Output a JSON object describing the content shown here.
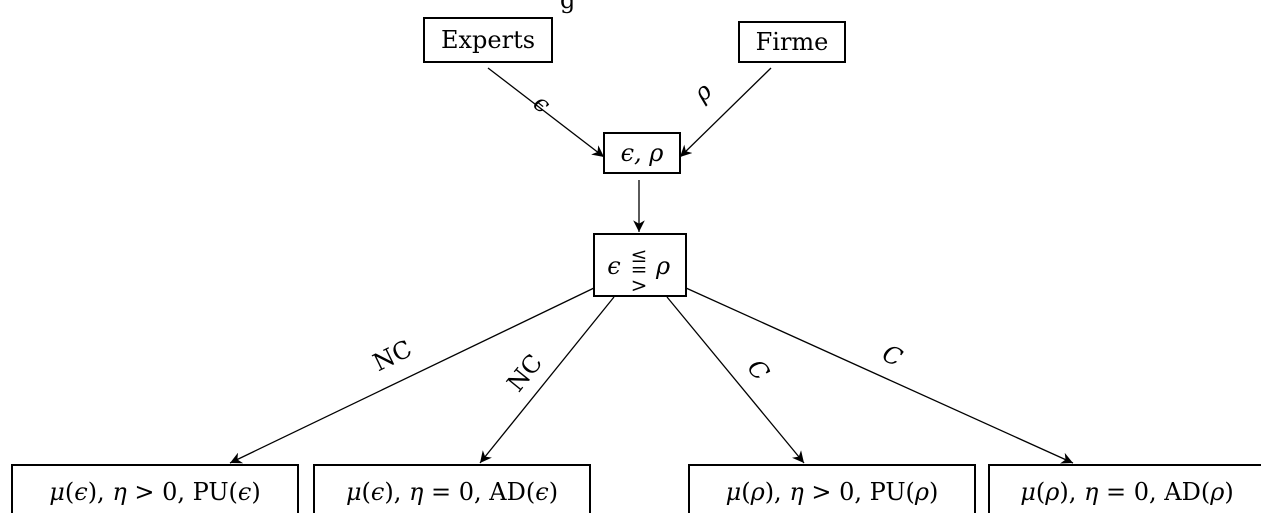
{
  "caption_fragment": "g",
  "nodes": {
    "experts": "Experts",
    "firme": "Firme",
    "merge": "ϵ, ρ",
    "compare": {
      "left": "ϵ",
      "operators": [
        "≤",
        "=",
        ">"
      ],
      "right": "ρ"
    },
    "leaf1": {
      "parts": [
        {
          "t": "μ",
          "i": true
        },
        {
          "t": "(",
          "i": false
        },
        {
          "t": "ϵ",
          "i": true
        },
        {
          "t": "), ",
          "i": false
        },
        {
          "t": "η",
          "i": true
        },
        {
          "t": " > 0, PU(",
          "i": false
        },
        {
          "t": "ϵ",
          "i": true
        },
        {
          "t": ")",
          "i": false
        }
      ]
    },
    "leaf2": {
      "parts": [
        {
          "t": "μ",
          "i": true
        },
        {
          "t": "(",
          "i": false
        },
        {
          "t": "ϵ",
          "i": true
        },
        {
          "t": "), ",
          "i": false
        },
        {
          "t": "η",
          "i": true
        },
        {
          "t": " = 0, AD(",
          "i": false
        },
        {
          "t": "ϵ",
          "i": true
        },
        {
          "t": ")",
          "i": false
        }
      ]
    },
    "leaf3": {
      "parts": [
        {
          "t": "μ",
          "i": true
        },
        {
          "t": "(",
          "i": false
        },
        {
          "t": "ρ",
          "i": true
        },
        {
          "t": "), ",
          "i": false
        },
        {
          "t": "η",
          "i": true
        },
        {
          "t": " > 0, PU(",
          "i": false
        },
        {
          "t": "ρ",
          "i": true
        },
        {
          "t": ")",
          "i": false
        }
      ]
    },
    "leaf4": {
      "parts": [
        {
          "t": "μ",
          "i": true
        },
        {
          "t": "(",
          "i": false
        },
        {
          "t": "ρ",
          "i": true
        },
        {
          "t": "), ",
          "i": false
        },
        {
          "t": "η",
          "i": true
        },
        {
          "t": " = 0, AD(",
          "i": false
        },
        {
          "t": "ρ",
          "i": true
        },
        {
          "t": ")",
          "i": false
        }
      ]
    }
  },
  "edges": {
    "experts_to_merge": "ϵ",
    "firme_to_merge": "ρ",
    "compare_to_leaf1": "NC",
    "compare_to_leaf2": "NC",
    "compare_to_leaf3": "C",
    "compare_to_leaf4": "C"
  }
}
